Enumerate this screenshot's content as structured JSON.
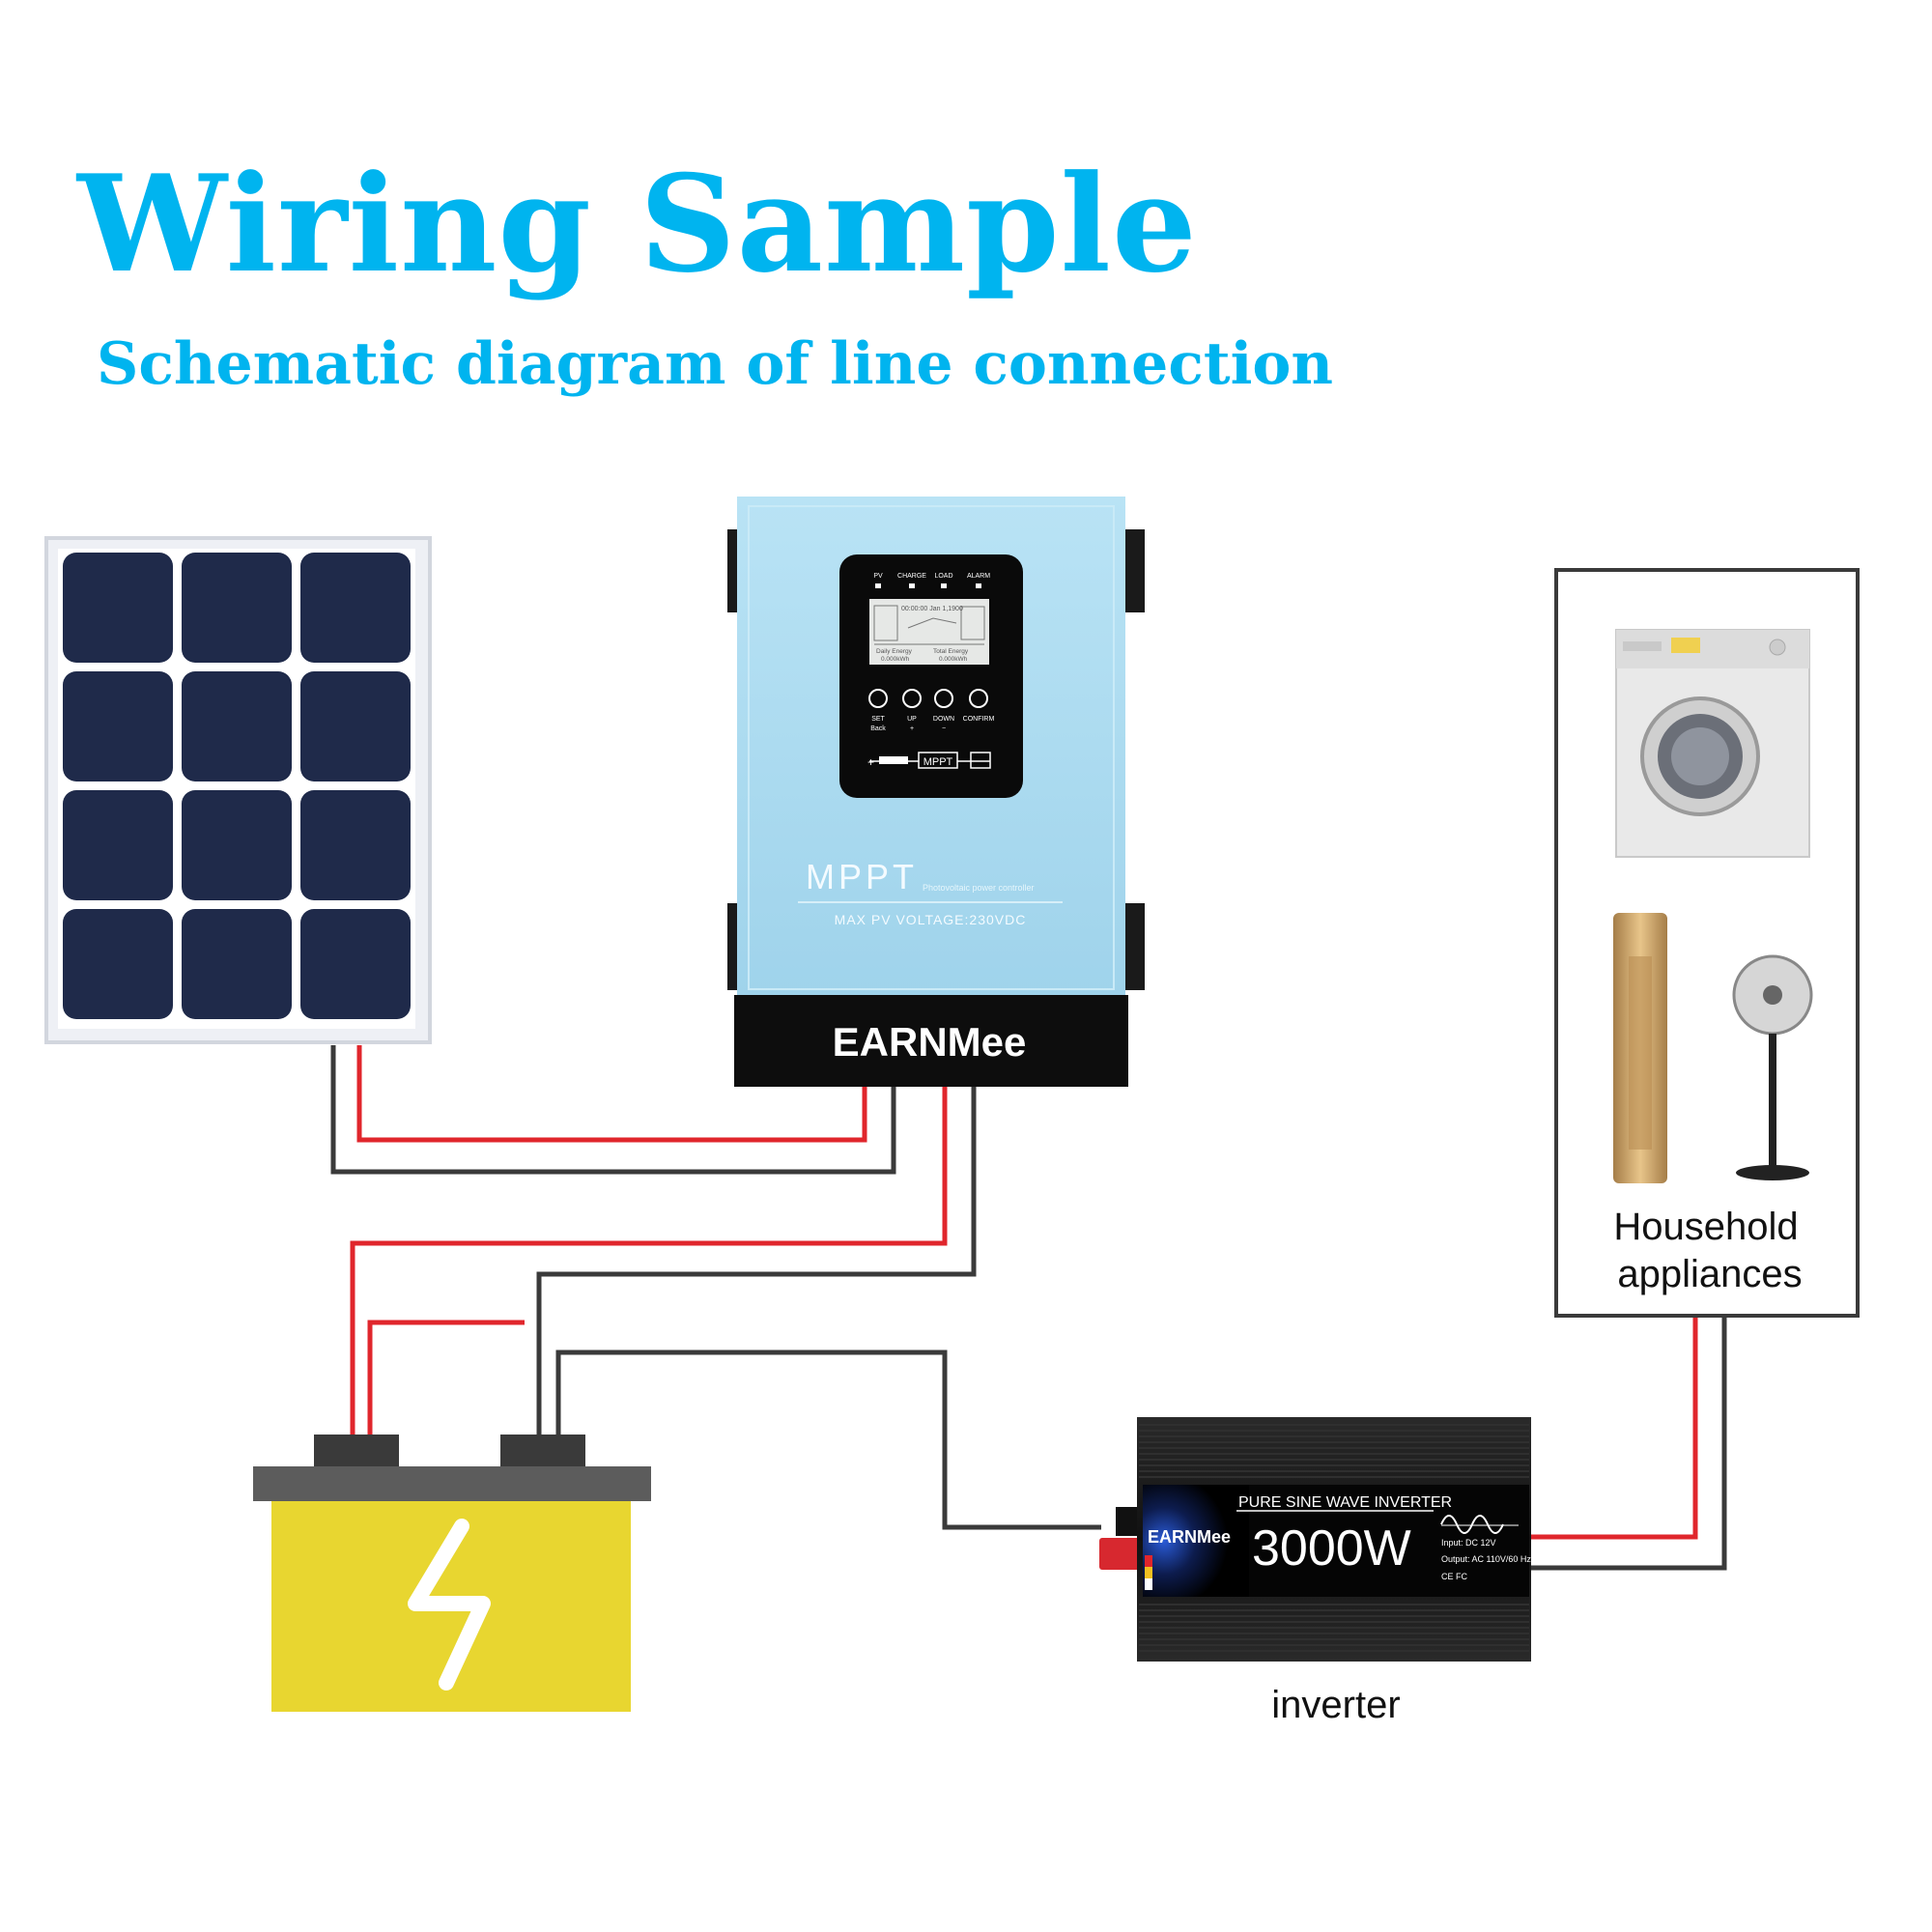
{
  "header": {
    "title": "Wiring Sample",
    "subtitle": "Schematic diagram of line connection"
  },
  "controller": {
    "type_label": "MPPT",
    "type_sublabel": "Photovoltaic power controller",
    "max_voltage_label": "MAX PV VOLTAGE:230VDC",
    "brand": "EARNMee",
    "indicators": [
      "PV",
      "CHARGE",
      "LOAD",
      "ALARM"
    ],
    "lcd_lines": [
      "00:00:00 Jan 1,1900",
      "Daily Energy",
      "Total Energy",
      "0.000kWh",
      "0.000kWh"
    ],
    "buttons": [
      "SET",
      "UP",
      "DOWN",
      "CONFIRM"
    ],
    "button_sublabels": [
      "Back",
      "+",
      "−",
      ""
    ],
    "flow_label": "MPPT"
  },
  "inverter": {
    "brand": "EARNMee",
    "model_text": "PURE SINE WAVE INVERTER",
    "power": "3000W",
    "input_spec": "Input: DC 12V",
    "output_spec": "Output: AC 110V/60 Hz",
    "marks": "CE FC",
    "label": "inverter"
  },
  "appliances": {
    "label_line1": "Household",
    "label_line2": "appliances"
  },
  "colors": {
    "title": "#00b4ef",
    "wire_positive": "#e0262c",
    "wire_negative": "#3a3a3a",
    "controller_body": "#a9d9ee",
    "battery_body": "#e8d630",
    "panel_cell": "#1f2a4a"
  }
}
